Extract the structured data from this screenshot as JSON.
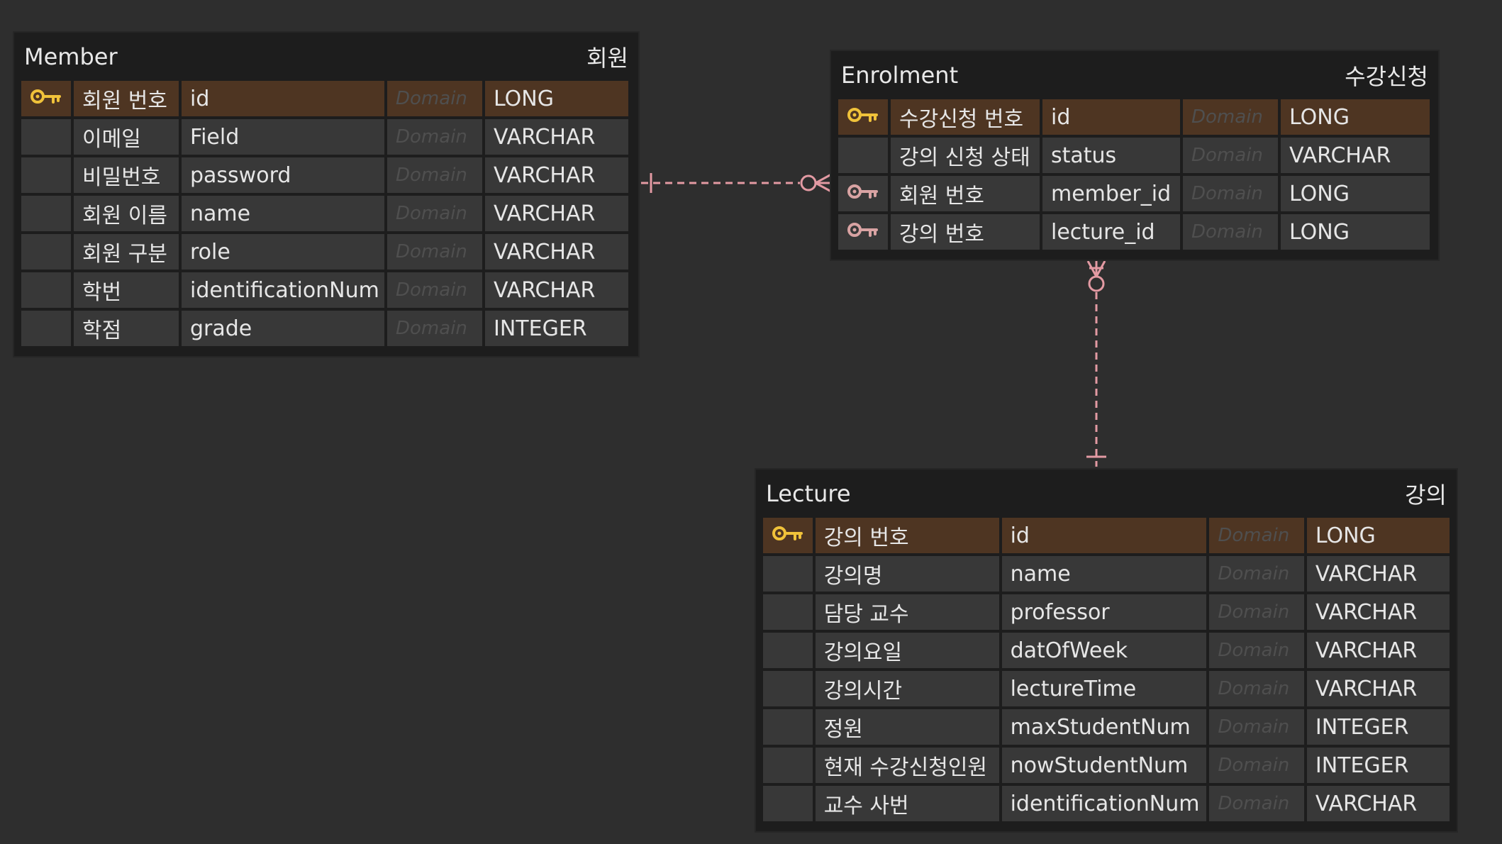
{
  "colors": {
    "background": "#2e2e2e",
    "table_bg": "#1d1d1d",
    "row_bg": "#383838",
    "pk_row_bg": "#4e3522",
    "pk_key": "#f0c23a",
    "fk_key": "#d9a3a3",
    "relation_line": "#e39aa3"
  },
  "member": {
    "title": "Member",
    "title_kr": "회원",
    "rows": [
      {
        "label": "회원 번호",
        "field": "id",
        "domain": "Domain",
        "type": "LONG",
        "key": "primary-key-icon"
      },
      {
        "label": "이메일",
        "field": "Field",
        "domain": "Domain",
        "type": "VARCHAR",
        "key": ""
      },
      {
        "label": "비밀번호",
        "field": "password",
        "domain": "Domain",
        "type": "VARCHAR",
        "key": ""
      },
      {
        "label": "회원 이름",
        "field": "name",
        "domain": "Domain",
        "type": "VARCHAR",
        "key": ""
      },
      {
        "label": "회원 구분",
        "field": "role",
        "domain": "Domain",
        "type": "VARCHAR",
        "key": ""
      },
      {
        "label": "학번",
        "field": "identificationNum",
        "domain": "Domain",
        "type": "VARCHAR",
        "key": ""
      },
      {
        "label": "학점",
        "field": "grade",
        "domain": "Domain",
        "type": "INTEGER",
        "key": ""
      }
    ]
  },
  "enrolment": {
    "title": "Enrolment",
    "title_kr": "수강신청",
    "rows": [
      {
        "label": "수강신청 번호",
        "field": "id",
        "domain": "Domain",
        "type": "LONG",
        "key": "primary-key-icon"
      },
      {
        "label": "강의 신청 상태",
        "field": "status",
        "domain": "Domain",
        "type": "VARCHAR",
        "key": ""
      },
      {
        "label": "회원 번호",
        "field": "member_id",
        "domain": "Domain",
        "type": "LONG",
        "key": "foreign-key-icon"
      },
      {
        "label": "강의 번호",
        "field": "lecture_id",
        "domain": "Domain",
        "type": "LONG",
        "key": "foreign-key-icon"
      }
    ]
  },
  "lecture": {
    "title": "Lecture",
    "title_kr": "강의",
    "rows": [
      {
        "label": "강의 번호",
        "field": "id",
        "domain": "Domain",
        "type": "LONG",
        "key": "primary-key-icon"
      },
      {
        "label": "강의명",
        "field": "name",
        "domain": "Domain",
        "type": "VARCHAR",
        "key": ""
      },
      {
        "label": "담당 교수",
        "field": "professor",
        "domain": "Domain",
        "type": "VARCHAR",
        "key": ""
      },
      {
        "label": "강의요일",
        "field": "datOfWeek",
        "domain": "Domain",
        "type": "VARCHAR",
        "key": ""
      },
      {
        "label": "강의시간",
        "field": "lectureTime",
        "domain": "Domain",
        "type": "VARCHAR",
        "key": ""
      },
      {
        "label": "정원",
        "field": "maxStudentNum",
        "domain": "Domain",
        "type": "INTEGER",
        "key": ""
      },
      {
        "label": "현재 수강신청인원",
        "field": "nowStudentNum",
        "domain": "Domain",
        "type": "INTEGER",
        "key": ""
      },
      {
        "label": "교수 사번",
        "field": "identificationNum",
        "domain": "Domain",
        "type": "VARCHAR",
        "key": ""
      }
    ]
  }
}
